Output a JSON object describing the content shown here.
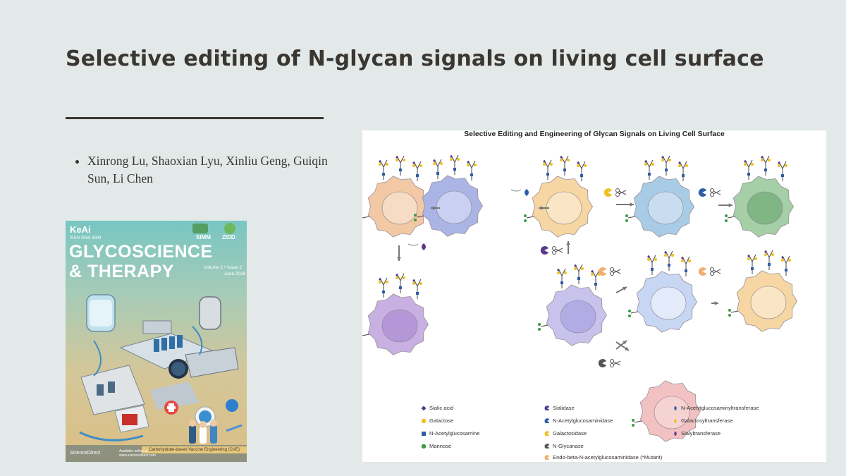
{
  "slide": {
    "title": "Selective editing of N-glycan signals on living cell surface",
    "authors": [
      "Xinrong Lu, Shaoxian Lyu, Xinliu Geng, Guiqin Sun, Li Chen"
    ]
  },
  "cover": {
    "brand": "KeAi",
    "issn": "ISSN 2950-4093",
    "logo_left": "SIMM",
    "logo_right": "ZIDD",
    "title_line1": "GLYCOSCIENCE",
    "title_line2": "& THERAPY",
    "volume": "Volume 2 • Issue 2",
    "date": "June 2026",
    "caption": "Carbohydrate-based Vaccine Engineering (CVE)",
    "publisher": "ScienceDirect",
    "availability": "Available online at www.sciencedirect.com"
  },
  "figure": {
    "title": "Selective Editing and Engineering of Glycan Signals on Living Cell Surface",
    "legend": [
      {
        "label": "Sialic acid",
        "color": "#5b3a8a",
        "shape": "diamond"
      },
      {
        "label": "Galactose",
        "color": "#f0c020",
        "shape": "circle"
      },
      {
        "label": "N-Acetylglucosamine",
        "color": "#2d5da8",
        "shape": "square"
      },
      {
        "label": "Mannose",
        "color": "#3a9a48",
        "shape": "circle"
      },
      {
        "label": "Sialidase",
        "color": "#5b3a8a",
        "shape": "pac"
      },
      {
        "label": "N-Acetylglucosaminidase",
        "color": "#2d5da8",
        "shape": "pac"
      },
      {
        "label": "Galactosidase",
        "color": "#f0c020",
        "shape": "pac"
      },
      {
        "label": "N-Glycanase",
        "color": "#555555",
        "shape": "pac"
      },
      {
        "label": "Endo-beta-N-acetylglucosaminidase (*Mutant)",
        "color": "#f0b070",
        "shape": "pac"
      },
      {
        "label": "N-Acetylglucosaminyltransferase",
        "color": "#2d5da8",
        "shape": "drop"
      },
      {
        "label": "Galactosyltransferase",
        "color": "#f0c020",
        "shape": "drop"
      },
      {
        "label": "Sialyltransferase",
        "color": "#5b3a8a",
        "shape": "drop"
      }
    ],
    "cells": [
      {
        "color": "#f2c9a4",
        "nucleus": "#f6dcc4"
      },
      {
        "color": "#aab5e6",
        "nucleus": "#c9d0f2"
      },
      {
        "color": "#f6d6a2",
        "nucleus": "#fae6c4"
      },
      {
        "color": "#a9cce6",
        "nucleus": "#c8def0"
      },
      {
        "color": "#a5cfa6",
        "nucleus": "#7fb684"
      },
      {
        "color": "#c8b1e2",
        "nucleus": "#b597d8"
      },
      {
        "color": "#c8c3ec",
        "nucleus": "#b2abe4"
      },
      {
        "color": "#c7d6f2",
        "nucleus": "#e3ebfa"
      },
      {
        "color": "#f6d6a2",
        "nucleus": "#fae6c4"
      },
      {
        "color": "#f2c1c1",
        "nucleus": "#f6d3d3"
      }
    ]
  }
}
